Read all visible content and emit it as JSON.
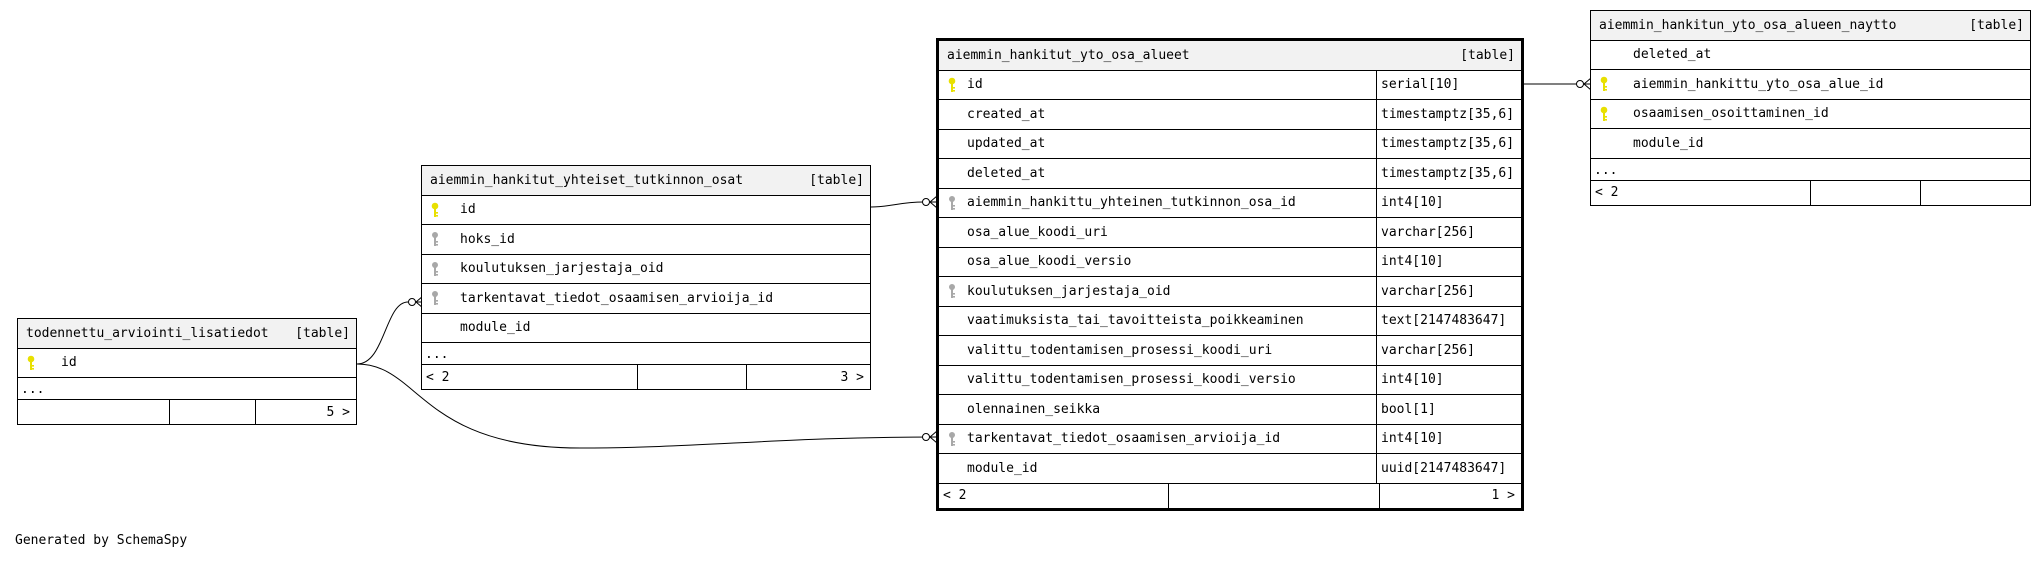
{
  "footer": "Generated by SchemaSpy",
  "kind_label": "[table]",
  "ellipsis": "...",
  "tables": {
    "todennettu": {
      "name": "todennettu_arviointi_lisatiedot",
      "columns": [
        {
          "name": "id",
          "key": "primary"
        }
      ],
      "footer": {
        "parents": "",
        "children": "5 >"
      }
    },
    "yhteiset": {
      "name": "aiemmin_hankitut_yhteiset_tutkinnon_osat",
      "columns": [
        {
          "name": "id",
          "key": "primary"
        },
        {
          "name": "hoks_id",
          "key": "foreign"
        },
        {
          "name": "koulutuksen_jarjestaja_oid",
          "key": "foreign"
        },
        {
          "name": "tarkentavat_tiedot_osaamisen_arvioija_id",
          "key": "foreign"
        },
        {
          "name": "module_id",
          "key": ""
        }
      ],
      "footer": {
        "parents": "< 2",
        "children": "3 >"
      }
    },
    "alueet": {
      "name": "aiemmin_hankitut_yto_osa_alueet",
      "columns": [
        {
          "name": "id",
          "type": "serial[10]",
          "key": "primary"
        },
        {
          "name": "created_at",
          "type": "timestamptz[35,6]",
          "key": ""
        },
        {
          "name": "updated_at",
          "type": "timestamptz[35,6]",
          "key": ""
        },
        {
          "name": "deleted_at",
          "type": "timestamptz[35,6]",
          "key": ""
        },
        {
          "name": "aiemmin_hankittu_yhteinen_tutkinnon_osa_id",
          "type": "int4[10]",
          "key": "foreign"
        },
        {
          "name": "osa_alue_koodi_uri",
          "type": "varchar[256]",
          "key": ""
        },
        {
          "name": "osa_alue_koodi_versio",
          "type": "int4[10]",
          "key": ""
        },
        {
          "name": "koulutuksen_jarjestaja_oid",
          "type": "varchar[256]",
          "key": "foreign"
        },
        {
          "name": "vaatimuksista_tai_tavoitteista_poikkeaminen",
          "type": "text[2147483647]",
          "key": ""
        },
        {
          "name": "valittu_todentamisen_prosessi_koodi_uri",
          "type": "varchar[256]",
          "key": ""
        },
        {
          "name": "valittu_todentamisen_prosessi_koodi_versio",
          "type": "int4[10]",
          "key": ""
        },
        {
          "name": "olennainen_seikka",
          "type": "bool[1]",
          "key": ""
        },
        {
          "name": "tarkentavat_tiedot_osaamisen_arvioija_id",
          "type": "int4[10]",
          "key": "foreign"
        },
        {
          "name": "module_id",
          "type": "uuid[2147483647]",
          "key": ""
        }
      ],
      "footer": {
        "parents": "< 2",
        "children": "1 >"
      }
    },
    "naytto": {
      "name": "aiemmin_hankitun_yto_osa_alueen_naytto",
      "columns": [
        {
          "name": "deleted_at",
          "key": ""
        },
        {
          "name": "aiemmin_hankittu_yto_osa_alue_id",
          "key": "primary"
        },
        {
          "name": "osaamisen_osoittaminen_id",
          "key": "primary"
        },
        {
          "name": "module_id",
          "key": ""
        }
      ],
      "footer": {
        "parents": "< 2",
        "children": ""
      }
    }
  },
  "colors": {
    "primary_key": "#e8e000",
    "foreign_key": "#a8a8a8",
    "header_bg": "#f2f2f2"
  }
}
